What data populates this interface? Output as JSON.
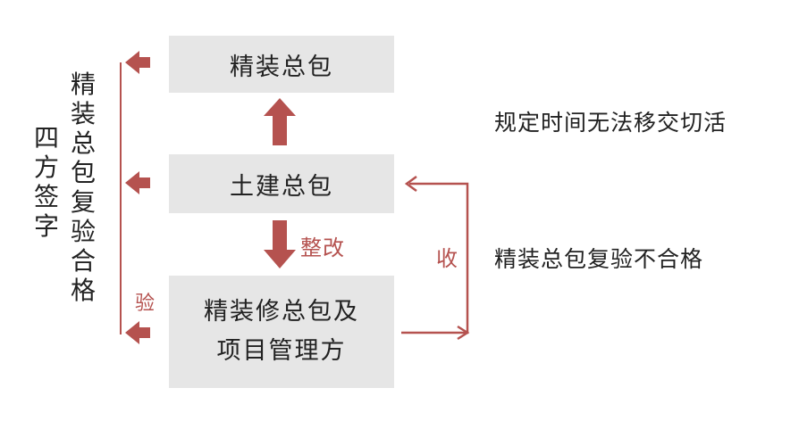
{
  "diagram": {
    "boxes": {
      "top": "精装总包",
      "middle": "土建总包",
      "bottom_line1": "精装修总包及",
      "bottom_line2": "项目管理方"
    },
    "labels": {
      "four_party_sign": "四方签字",
      "retest_pass": "精装总包复验合格",
      "rectify": "整改",
      "inspection": "验",
      "receive": "收"
    },
    "notes": {
      "no_handover": "规定时间无法移交切活",
      "retest_fail": "精装总包复验不合格"
    },
    "colors": {
      "accent": "#b5524f",
      "box_fill": "#e6e6e6",
      "text": "#222222"
    }
  }
}
